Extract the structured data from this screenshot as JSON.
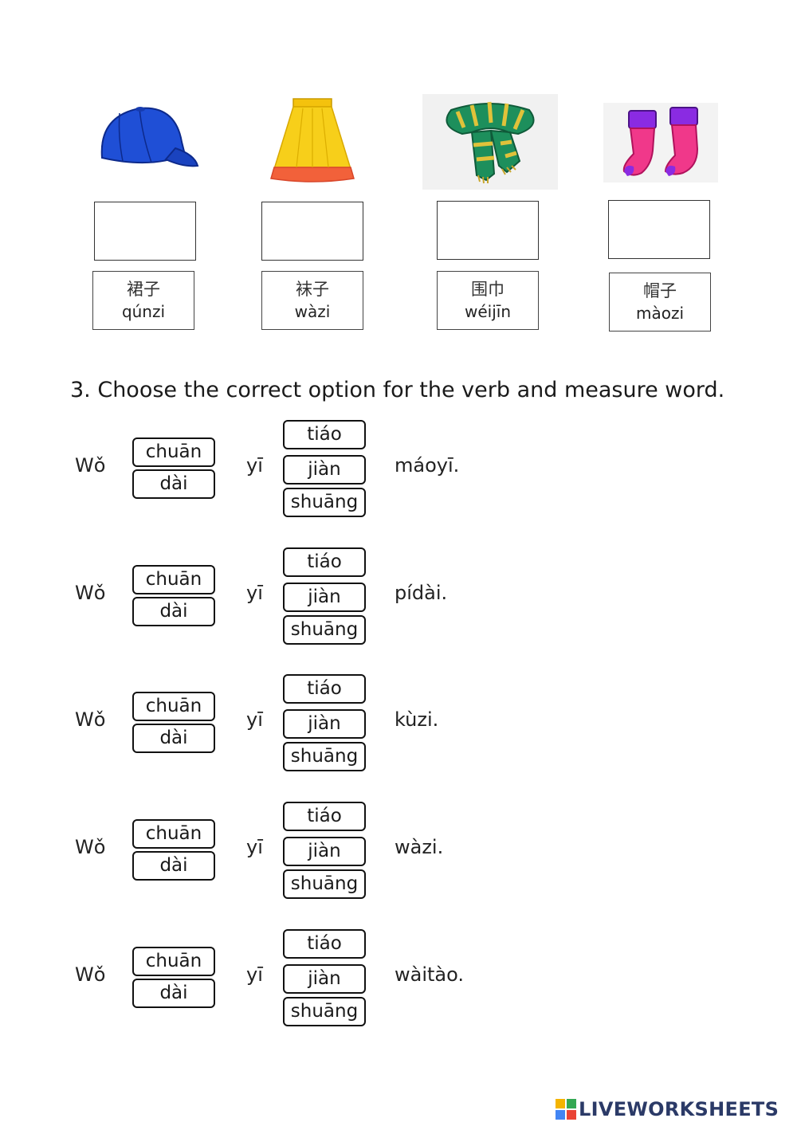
{
  "section2": {
    "items": [
      {
        "icon": "baseball-cap-icon",
        "color": "#1f4fd6"
      },
      {
        "icon": "skirt-icon",
        "color": "#f7c712"
      },
      {
        "icon": "scarf-icon",
        "color": "#1d8f5c"
      },
      {
        "icon": "socks-icon",
        "color": "#e83d7a"
      }
    ],
    "labels": [
      {
        "hanzi": "裙子",
        "pinyin": "qúnzi"
      },
      {
        "hanzi": "袜子",
        "pinyin": "wàzi"
      },
      {
        "hanzi": "围巾",
        "pinyin": "wéijīn"
      },
      {
        "hanzi": "帽子",
        "pinyin": "màozi"
      }
    ]
  },
  "section3": {
    "instruction": "3. Choose the correct option for the verb and measure word.",
    "subject": "Wǒ",
    "number": "yī",
    "verbs": [
      "chuān",
      "dài"
    ],
    "measures": [
      "tiáo",
      "jiàn",
      "shuāng"
    ],
    "objects": [
      "máoyī.",
      "pídài.",
      "kùzi.",
      "wàzi.",
      "wàitào."
    ]
  },
  "footer": {
    "brand": "LIVEWORKSHEETS",
    "accent": "#2b3a67"
  }
}
